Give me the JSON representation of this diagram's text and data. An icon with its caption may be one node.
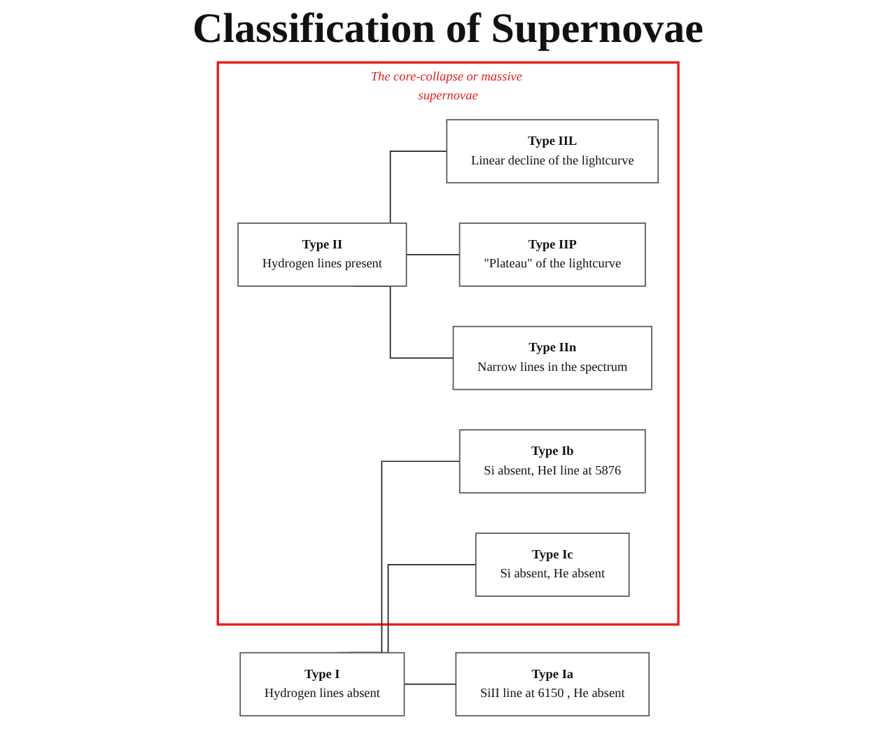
{
  "diagram": {
    "title": "Classification of Supernovae",
    "nodes": [
      {
        "text": [
          "Type I",
          "Hydrogen lines absent"
        ]
      },
      {
        "text": [
          "Type Ia",
          "SiII line at 6150 , He absent"
        ]
      },
      {
        "text": [
          "The core-collapse or massive supernovae"
        ]
      },
      {
        "text": [
          "Type Ib",
          "Si absent, HeI line at 5876"
        ],
        "in": 2
      },
      {
        "text": [
          "Type Ic",
          "Si absent, He absent"
        ],
        "in": 2
      },
      {
        "text": [
          "Type II",
          "Hydrogen lines present"
        ],
        "in": 2
      },
      {
        "text": [
          "Type IIL",
          "Linear decline of the lightcurve"
        ],
        "in": 2
      },
      {
        "text": [
          "Type IIP",
          "\"Plateau\" of the lightcurve"
        ],
        "in": 2
      },
      {
        "text": [
          "Type IIn",
          "Narrow lines in the spectrum"
        ],
        "in": 2
      }
    ],
    "edges": [
      {
        "from": 0,
        "to": 1,
        "arrow": "none"
      },
      {
        "from": 0,
        "to": 3,
        "arrow": "none"
      },
      {
        "from": 0,
        "to": 4,
        "arrow": "none"
      },
      {
        "from": 5,
        "to": 6,
        "arrow": "none"
      },
      {
        "from": 5,
        "to": 7,
        "arrow": "none"
      },
      {
        "from": 5,
        "to": 8,
        "arrow": "none"
      }
    ]
  }
}
